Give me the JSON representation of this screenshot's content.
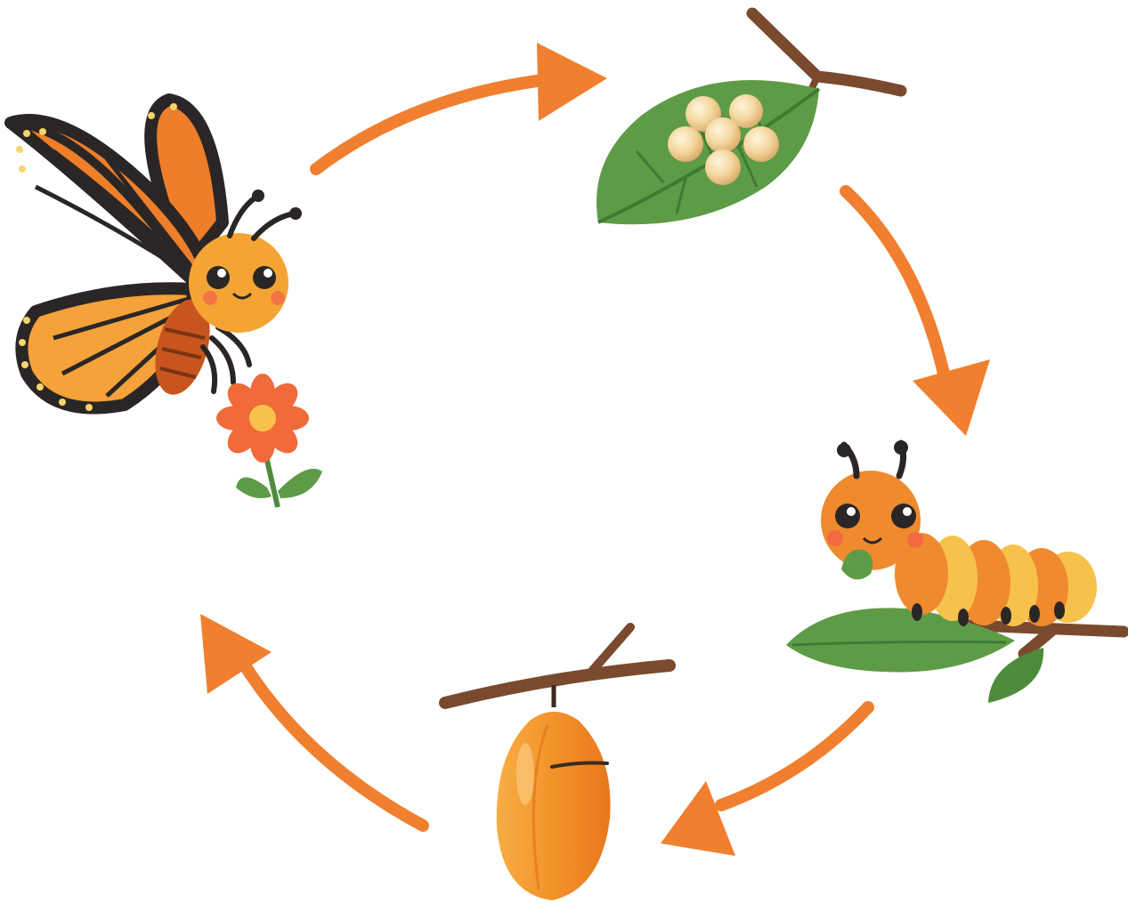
{
  "diagram": {
    "type": "life-cycle",
    "stages": [
      {
        "id": "eggs",
        "icon": "eggs-on-leaf-icon"
      },
      {
        "id": "caterpillar",
        "icon": "caterpillar-icon"
      },
      {
        "id": "chrysalis",
        "icon": "chrysalis-icon"
      },
      {
        "id": "butterfly",
        "icon": "butterfly-icon"
      }
    ],
    "flow": [
      "butterfly",
      "eggs",
      "caterpillar",
      "chrysalis",
      "butterfly"
    ]
  },
  "colors": {
    "arrow": "#F07F2F",
    "leaf": "#5E9B46",
    "branch": "#7A4A2E",
    "egg": "#F2D29A",
    "butterfly_wing": "#EE7E2A",
    "butterfly_outline": "#2B2626",
    "caterpillar_orange": "#F08A2E",
    "caterpillar_yellow": "#F7C24C",
    "chrysalis": "#F4962E",
    "flower_petal": "#F06A3A"
  }
}
